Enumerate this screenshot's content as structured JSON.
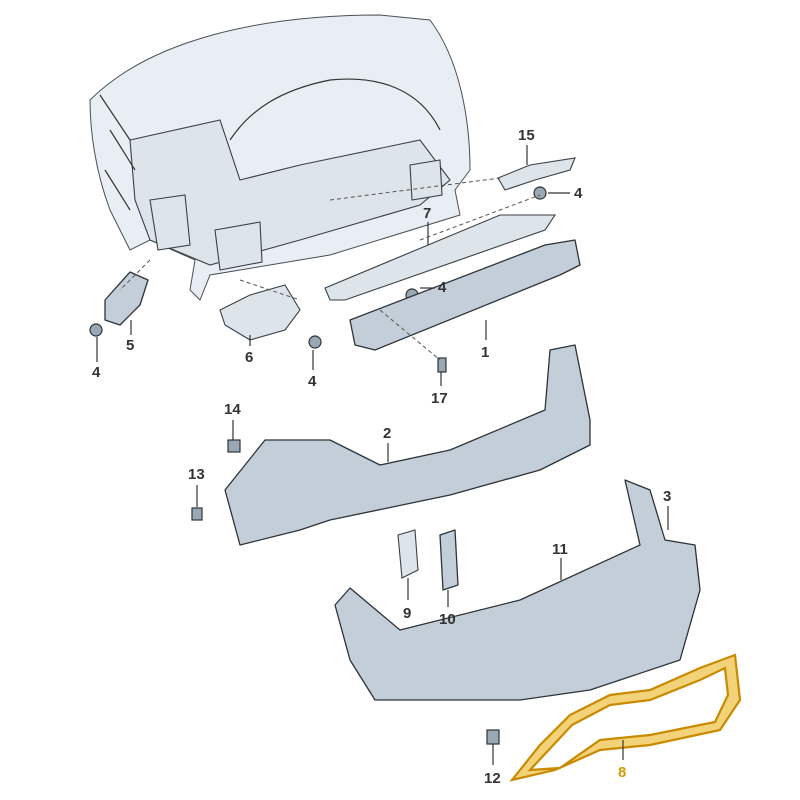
{
  "diagram": {
    "type": "exploded parts diagram - rear bumper",
    "highlight_color": "#d49a00",
    "label_color": "#333333",
    "part_fill": "#c3ced8",
    "labels": {
      "p15": "15",
      "p4a": "4",
      "p7": "7",
      "p4b": "4",
      "p1": "1",
      "p5": "5",
      "p6": "6",
      "p4c": "4",
      "p4d": "4",
      "p17": "17",
      "p14": "14",
      "p2": "2",
      "p13": "13",
      "p3": "3",
      "p11": "11",
      "p9": "9",
      "p10": "10",
      "p12": "12",
      "p8": "8"
    }
  }
}
